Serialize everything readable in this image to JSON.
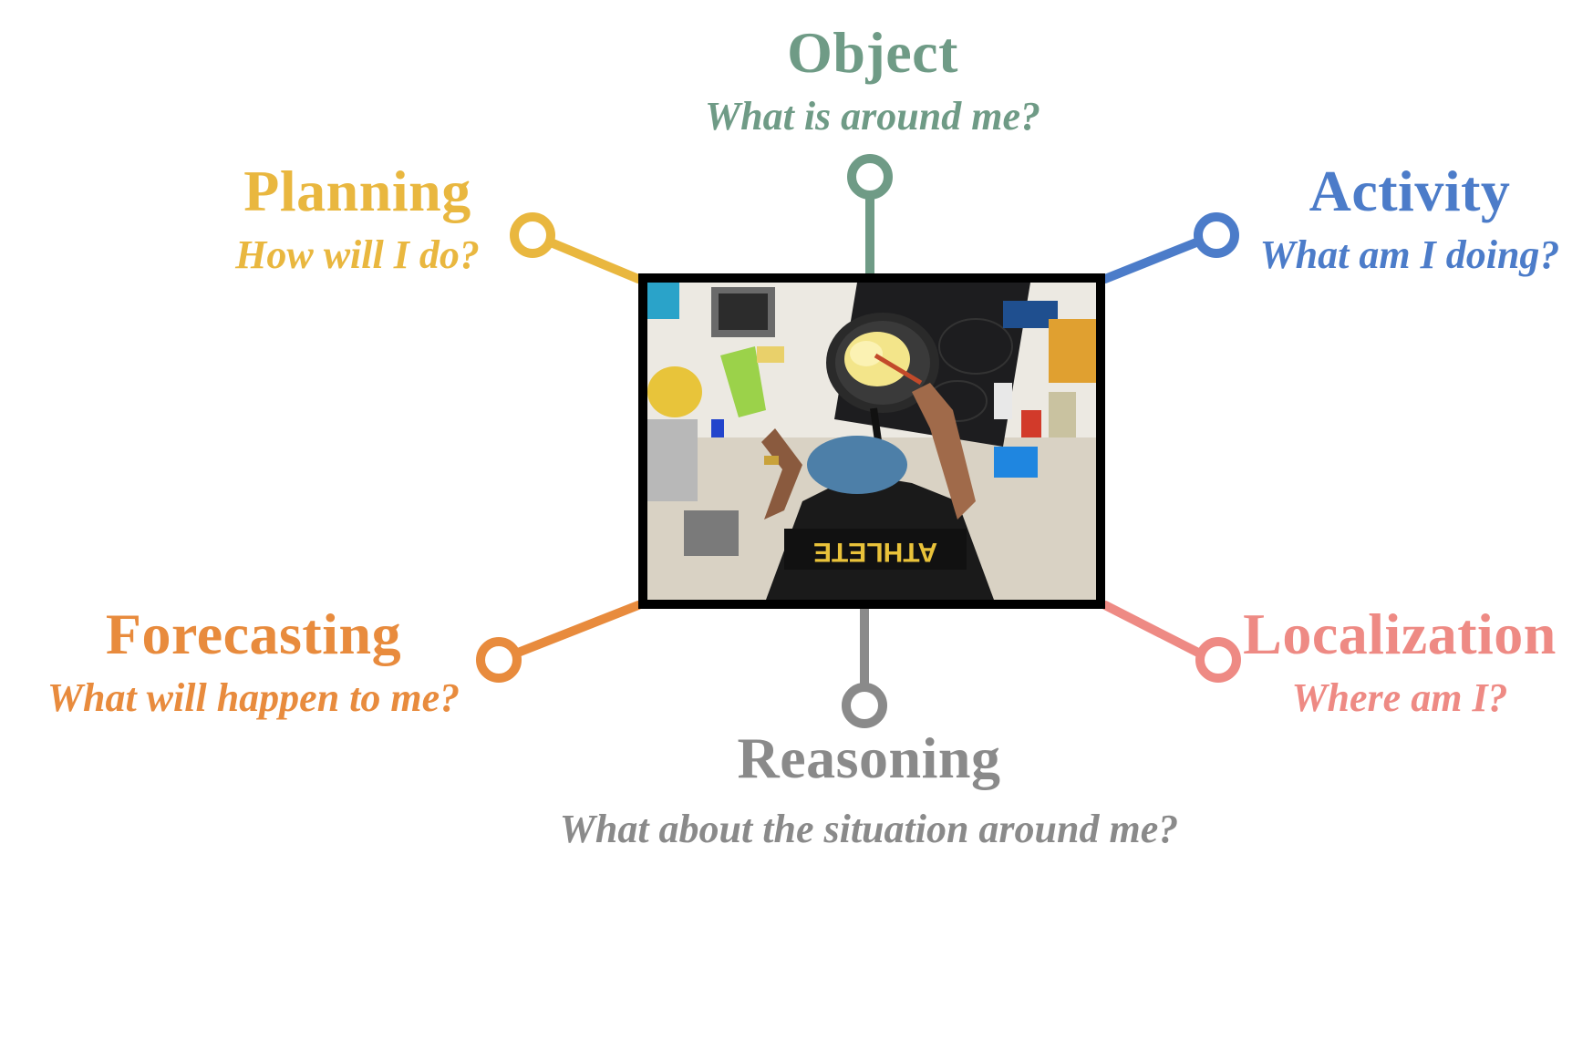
{
  "center_image": {
    "description_icon": "egocentric-cooking-photo",
    "shirt_text": "ATHLETE"
  },
  "nodes": [
    {
      "id": "object",
      "title": "Object",
      "question": "What is around me?",
      "color": "#6f9b86"
    },
    {
      "id": "planning",
      "title": "Planning",
      "question": "How will I do?",
      "color": "#e9b73f"
    },
    {
      "id": "activity",
      "title": "Activity",
      "question": "What am I doing?",
      "color": "#4c7cc9"
    },
    {
      "id": "forecasting",
      "title": "Forecasting",
      "question": "What will happen to me?",
      "color": "#e88b3d"
    },
    {
      "id": "localization",
      "title": "Localization",
      "question": "Where am I?",
      "color": "#ee8a84"
    },
    {
      "id": "reasoning",
      "title": "Reasoning",
      "question": "What about the situation around me?",
      "color": "#8a8a8a"
    }
  ]
}
